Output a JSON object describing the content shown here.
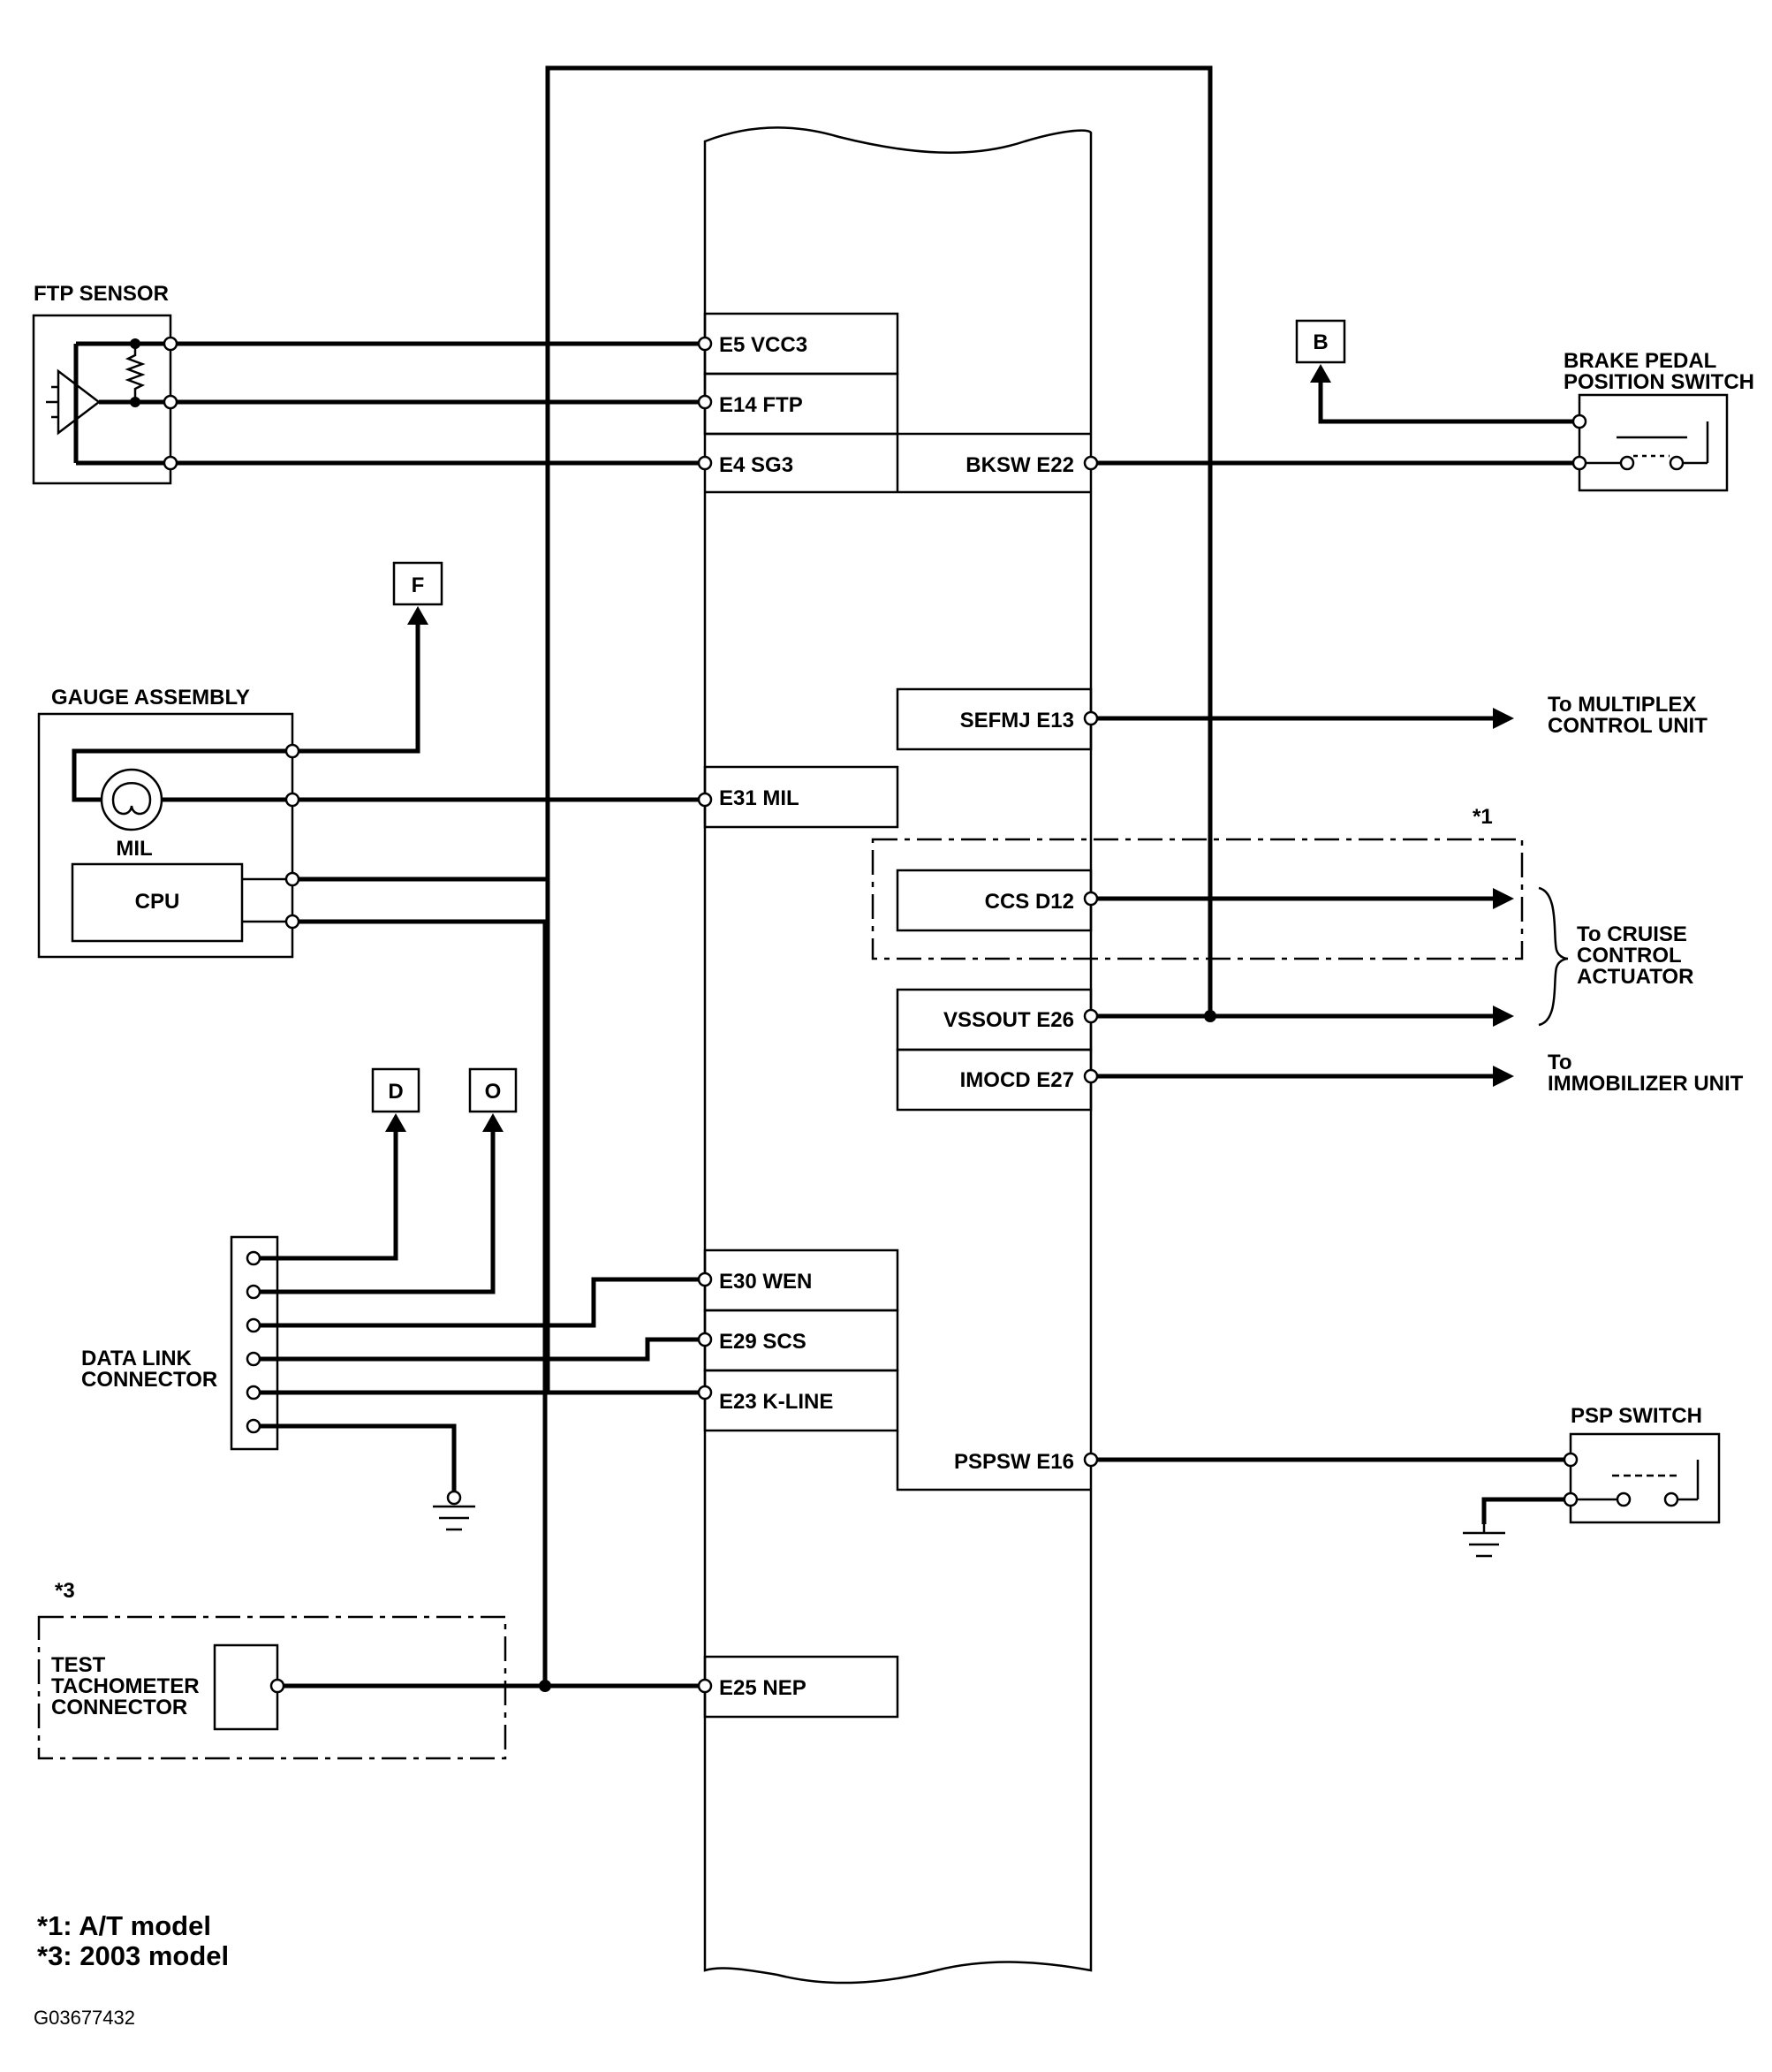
{
  "components": {
    "ftp_sensor": "FTP SENSOR",
    "gauge_assembly": "GAUGE ASSEMBLY",
    "mil": "MIL",
    "cpu": "CPU",
    "data_link_connector": [
      "DATA LINK",
      "CONNECTOR"
    ],
    "test_tachometer_connector": [
      "TEST",
      "TACHOMETER",
      "CONNECTOR"
    ],
    "brake_pedal_position_switch": [
      "BRAKE PEDAL",
      "POSITION SWITCH"
    ],
    "psp_switch": "PSP SWITCH"
  },
  "connectors": {
    "B": "B",
    "F": "F",
    "D": "D",
    "O": "O"
  },
  "ecm_left_pins": {
    "e5": "E5 VCC3",
    "e14": "E14 FTP",
    "e4": "E4 SG3",
    "e31": "E31 MIL",
    "e30": "E30 WEN",
    "e29": "E29 SCS",
    "e23": "E23 K-LINE",
    "e25": "E25 NEP"
  },
  "ecm_right_pins": {
    "e22": "BKSW E22",
    "e13": "SEFMJ E13",
    "d12": "CCS D12",
    "e26": "VSSOUT E26",
    "e27": "IMOCD E27",
    "e16": "PSPSW E16"
  },
  "destinations": {
    "multiplex": [
      "To MULTIPLEX",
      "CONTROL UNIT"
    ],
    "cruise": [
      "To CRUISE",
      "CONTROL",
      "ACTUATOR"
    ],
    "immobilizer": [
      "To",
      "IMMOBILIZER UNIT"
    ]
  },
  "markers": {
    "star1": "*1",
    "star3": "*3"
  },
  "footnotes": [
    "*1: A/T model",
    "*3: 2003 model"
  ],
  "figure_id": "G03677432"
}
